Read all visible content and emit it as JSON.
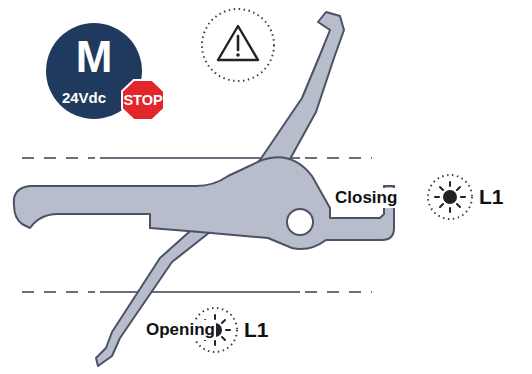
{
  "diagram": {
    "nodes": [
      {
        "text": [
          "M",
          "24Vdc"
        ]
      },
      {
        "text": [
          "STOP"
        ]
      }
    ],
    "labels": [
      "Closing",
      "L1",
      "Opening",
      "L1"
    ]
  }
}
